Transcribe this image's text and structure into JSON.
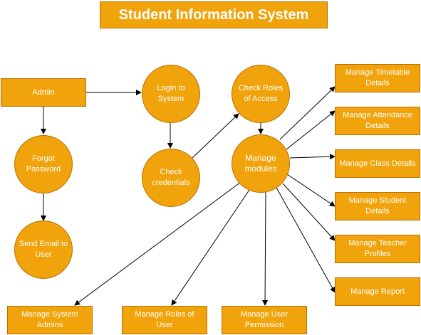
{
  "title": "Student Information System",
  "colors": {
    "fill": "#f0a30a",
    "stroke": "#bd7000",
    "text": "#ffffff",
    "edge": "#000000"
  },
  "nodes": {
    "admin": "Admin",
    "login": "Login to\nSystem",
    "check_roles": "Check Roles\nof Access",
    "forgot_password": "Forgot\nPassword",
    "check_credentials": "Check\ncredentials",
    "manage_modules": "Manage\nmodules",
    "send_email": "Send Email to\nUser",
    "manage_timetable": "Manage Timetable\nDetails",
    "manage_attendance": "Manage Attendance\nDetails",
    "manage_class": "Manage Class Details",
    "manage_student": "Manage Student\nDetails",
    "manage_teacher": "Manage Teacher\nProfiles",
    "manage_report": "Manage Report",
    "manage_system_admins": "Manage System\nAdmins",
    "manage_roles": "Manage Roles of\nUser",
    "manage_user_permission": "Manage User\nPermission"
  }
}
